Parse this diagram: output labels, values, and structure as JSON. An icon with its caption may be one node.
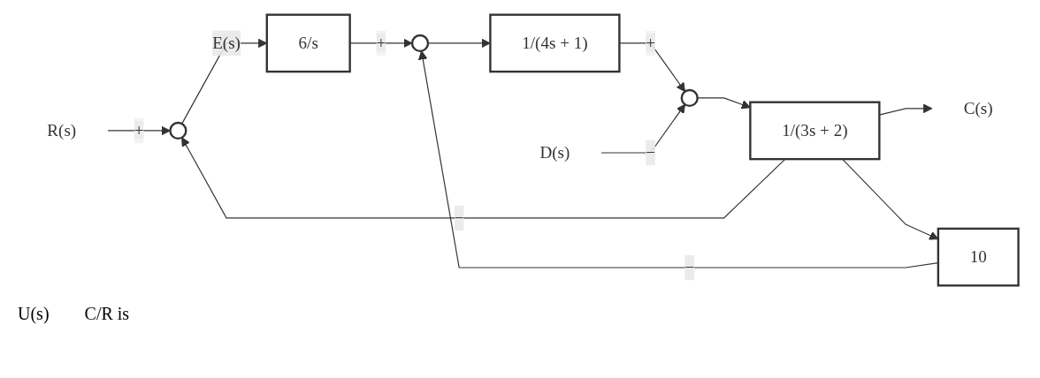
{
  "diagram": {
    "nodes": [
      {
        "text": [
          "R(s)"
        ]
      },
      {
        "text": [],
        "shape": "circle"
      },
      {
        "text": [
          "6/s"
        ]
      },
      {
        "text": [],
        "shape": "circle"
      },
      {
        "text": [
          "1/(4s + 1)"
        ]
      },
      {
        "text": [],
        "shape": "circle"
      },
      {
        "text": [
          "D(s)"
        ]
      },
      {
        "text": [
          "1/(3s + 2)"
        ]
      },
      {
        "text": [
          "C(s)"
        ]
      },
      {
        "text": [
          "10"
        ]
      }
    ],
    "edges": [
      {
        "from": 0,
        "to": 1,
        "arrow": "to",
        "label": "+"
      },
      {
        "from": 1,
        "to": 2,
        "arrow": "to",
        "label": "E(s)"
      },
      {
        "from": 2,
        "to": 3,
        "arrow": "to",
        "label": "+"
      },
      {
        "from": 3,
        "to": 4,
        "arrow": "to"
      },
      {
        "from": 4,
        "to": 5,
        "arrow": "to",
        "label": "+"
      },
      {
        "from": 6,
        "to": 5,
        "arrow": "to",
        "label": "−"
      },
      {
        "from": 5,
        "to": 7,
        "arrow": "to"
      },
      {
        "from": 7,
        "to": 8,
        "arrow": "to"
      },
      {
        "from": 7,
        "to": 9,
        "arrow": "to"
      },
      {
        "from": 9,
        "to": 3,
        "arrow": "to",
        "label": "−"
      },
      {
        "from": 7,
        "to": 1,
        "arrow": "to",
        "label": "−"
      }
    ],
    "labels": [
      "U(s)",
      "C/R is"
    ]
  }
}
